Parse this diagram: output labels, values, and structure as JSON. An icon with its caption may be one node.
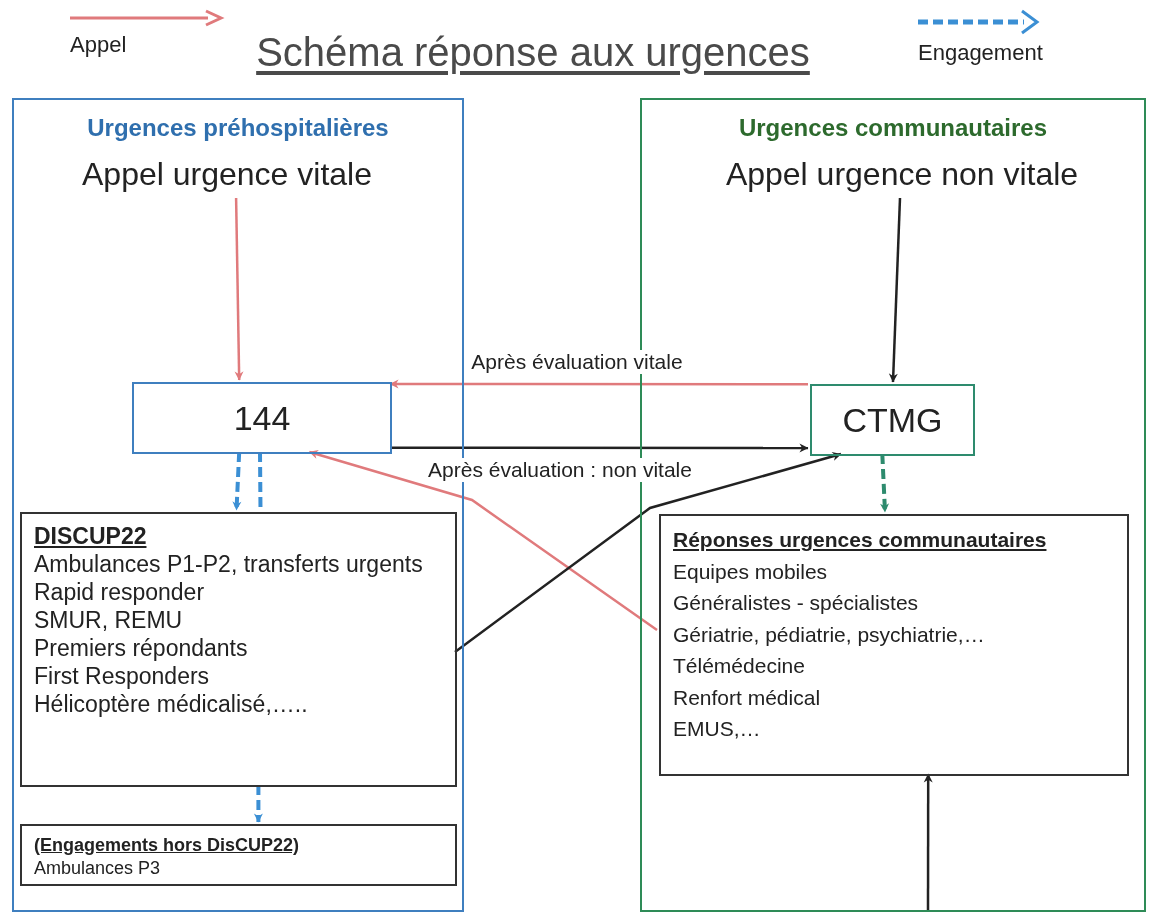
{
  "diagram": {
    "title": "Schéma réponse aux urgences",
    "nodes": [
      {
        "text": [
          "Urgences préhospitalières"
        ]
      },
      {
        "text": [
          "Appel urgence vitale"
        ],
        "in": 0
      },
      {
        "text": [
          "144"
        ],
        "in": 0
      },
      {
        "text": [
          "DISCUP22",
          "Ambulances P1-P2, transferts urgents",
          "Rapid responder",
          "SMUR, REMU",
          "Premiers répondants",
          "First Responders",
          "Hélicoptère médicalisé,….."
        ],
        "in": 0
      },
      {
        "text": [
          "(Engagements hors DisCUP22)",
          "Ambulances P3"
        ],
        "in": 0
      },
      {
        "text": [
          "Urgences communautaires"
        ]
      },
      {
        "text": [
          "Appel urgence non vitale"
        ],
        "in": 5
      },
      {
        "text": [
          "CTMG"
        ],
        "in": 5
      },
      {
        "text": [
          "Réponses urgences communautaires",
          "Equipes mobiles",
          "Généralistes - spécialistes",
          "Gériatrie, pédiatrie, psychiatrie,…",
          "Télémédecine",
          "Renfort médical",
          "EMUS,…"
        ],
        "in": 5
      }
    ],
    "edges": [
      {
        "from": 1,
        "to": 2,
        "arrow": "to",
        "color": "#e07a7c"
      },
      {
        "from": 2,
        "to": 3,
        "arrow": "to",
        "style": "dashed",
        "color": "#3b8fd4"
      },
      {
        "from": 2,
        "to": 3,
        "arrow": "none",
        "style": "dashed",
        "color": "#3b8fd4"
      },
      {
        "from": 3,
        "to": 4,
        "arrow": "to",
        "style": "dashed",
        "color": "#3b8fd4"
      },
      {
        "from": 6,
        "to": 7,
        "arrow": "to"
      },
      {
        "from": 7,
        "to": 2,
        "arrow": "to",
        "label": "Après évaluation vitale",
        "color": "#e07a7c"
      },
      {
        "from": 2,
        "to": 7,
        "arrow": "to",
        "label": "Après évaluation : non vitale"
      },
      {
        "from": 8,
        "to": 2,
        "arrow": "to",
        "color": "#e07a7c"
      },
      {
        "from": 3,
        "to": 7,
        "arrow": "to"
      },
      {
        "from": 7,
        "to": 8,
        "arrow": "to",
        "style": "dashed",
        "color": "#2e8b6e"
      },
      {
        "from": null,
        "to": 8,
        "arrow": "to"
      }
    ],
    "legend": [
      {
        "text": "Appel"
      },
      {
        "text": "Engagement"
      }
    ]
  }
}
